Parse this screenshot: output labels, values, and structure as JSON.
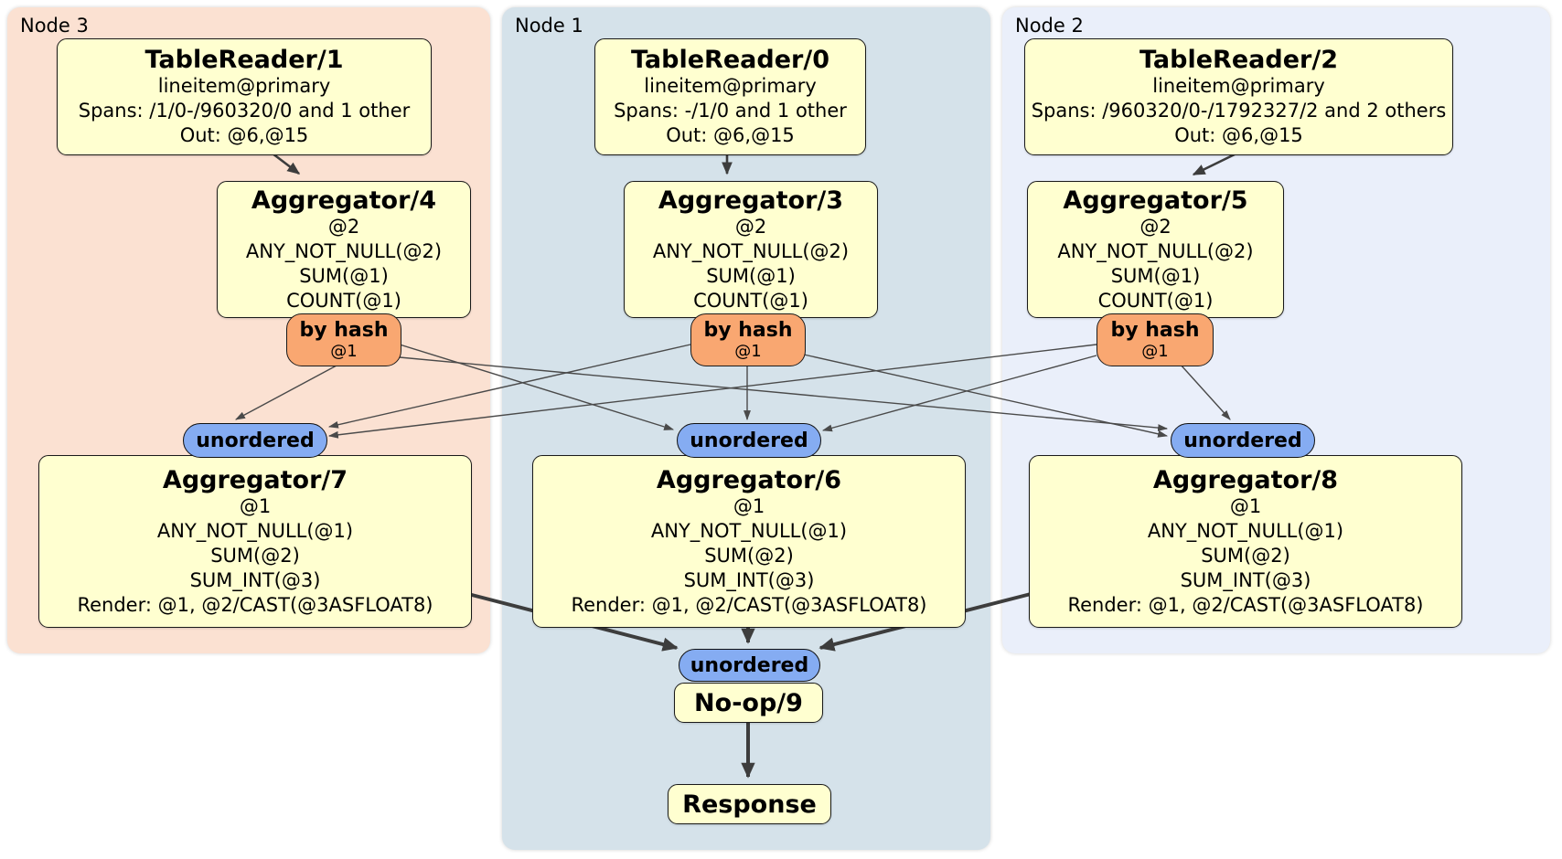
{
  "groups": [
    {
      "label": "Node 3"
    },
    {
      "label": "Node 1"
    },
    {
      "label": "Node 2"
    }
  ],
  "boxes": {
    "tr1": {
      "title": "TableReader/1",
      "lines": [
        "lineitem@primary",
        "Spans: /1/0-/960320/0 and 1 other",
        "Out: @6,@15"
      ]
    },
    "tr0": {
      "title": "TableReader/0",
      "lines": [
        "lineitem@primary",
        "Spans: -/1/0 and 1 other",
        "Out: @6,@15"
      ]
    },
    "tr2": {
      "title": "TableReader/2",
      "lines": [
        "lineitem@primary",
        "Spans: /960320/0-/1792327/2 and 2 others",
        "Out: @6,@15"
      ]
    },
    "agg4": {
      "title": "Aggregator/4",
      "lines": [
        "@2",
        "ANY_NOT_NULL(@2)",
        "SUM(@1)",
        "COUNT(@1)"
      ]
    },
    "agg3": {
      "title": "Aggregator/3",
      "lines": [
        "@2",
        "ANY_NOT_NULL(@2)",
        "SUM(@1)",
        "COUNT(@1)"
      ]
    },
    "agg5": {
      "title": "Aggregator/5",
      "lines": [
        "@2",
        "ANY_NOT_NULL(@2)",
        "SUM(@1)",
        "COUNT(@1)"
      ]
    },
    "agg7": {
      "title": "Aggregator/7",
      "lines": [
        "@1",
        "ANY_NOT_NULL(@1)",
        "SUM(@2)",
        "SUM_INT(@3)",
        "Render: @1, @2/CAST(@3ASFLOAT8)"
      ]
    },
    "agg6": {
      "title": "Aggregator/6",
      "lines": [
        "@1",
        "ANY_NOT_NULL(@1)",
        "SUM(@2)",
        "SUM_INT(@3)",
        "Render: @1, @2/CAST(@3ASFLOAT8)"
      ]
    },
    "agg8": {
      "title": "Aggregator/8",
      "lines": [
        "@1",
        "ANY_NOT_NULL(@1)",
        "SUM(@2)",
        "SUM_INT(@3)",
        "Render: @1, @2/CAST(@3ASFLOAT8)"
      ]
    },
    "noop": {
      "title": "No-op/9"
    },
    "response": {
      "title": "Response"
    }
  },
  "routers": {
    "hash4": {
      "label": "by hash",
      "detail": "@1"
    },
    "hash3": {
      "label": "by hash",
      "detail": "@1"
    },
    "hash5": {
      "label": "by hash",
      "detail": "@1"
    }
  },
  "streams": {
    "left": "unordered",
    "center": "unordered",
    "right": "unordered",
    "final": "unordered"
  },
  "colors": {
    "node3_bg": "#fbe1d2",
    "node1_bg": "#d5e2ea",
    "node2_bg": "#eaeffa",
    "processor_bg": "#ffffd0",
    "processor_border": "#1a1a1a",
    "router_bg": "#f9a771",
    "stream_bg": "#85acf2",
    "edge_thin": "#4a4a4a",
    "edge_thick": "#3d3d3d"
  }
}
